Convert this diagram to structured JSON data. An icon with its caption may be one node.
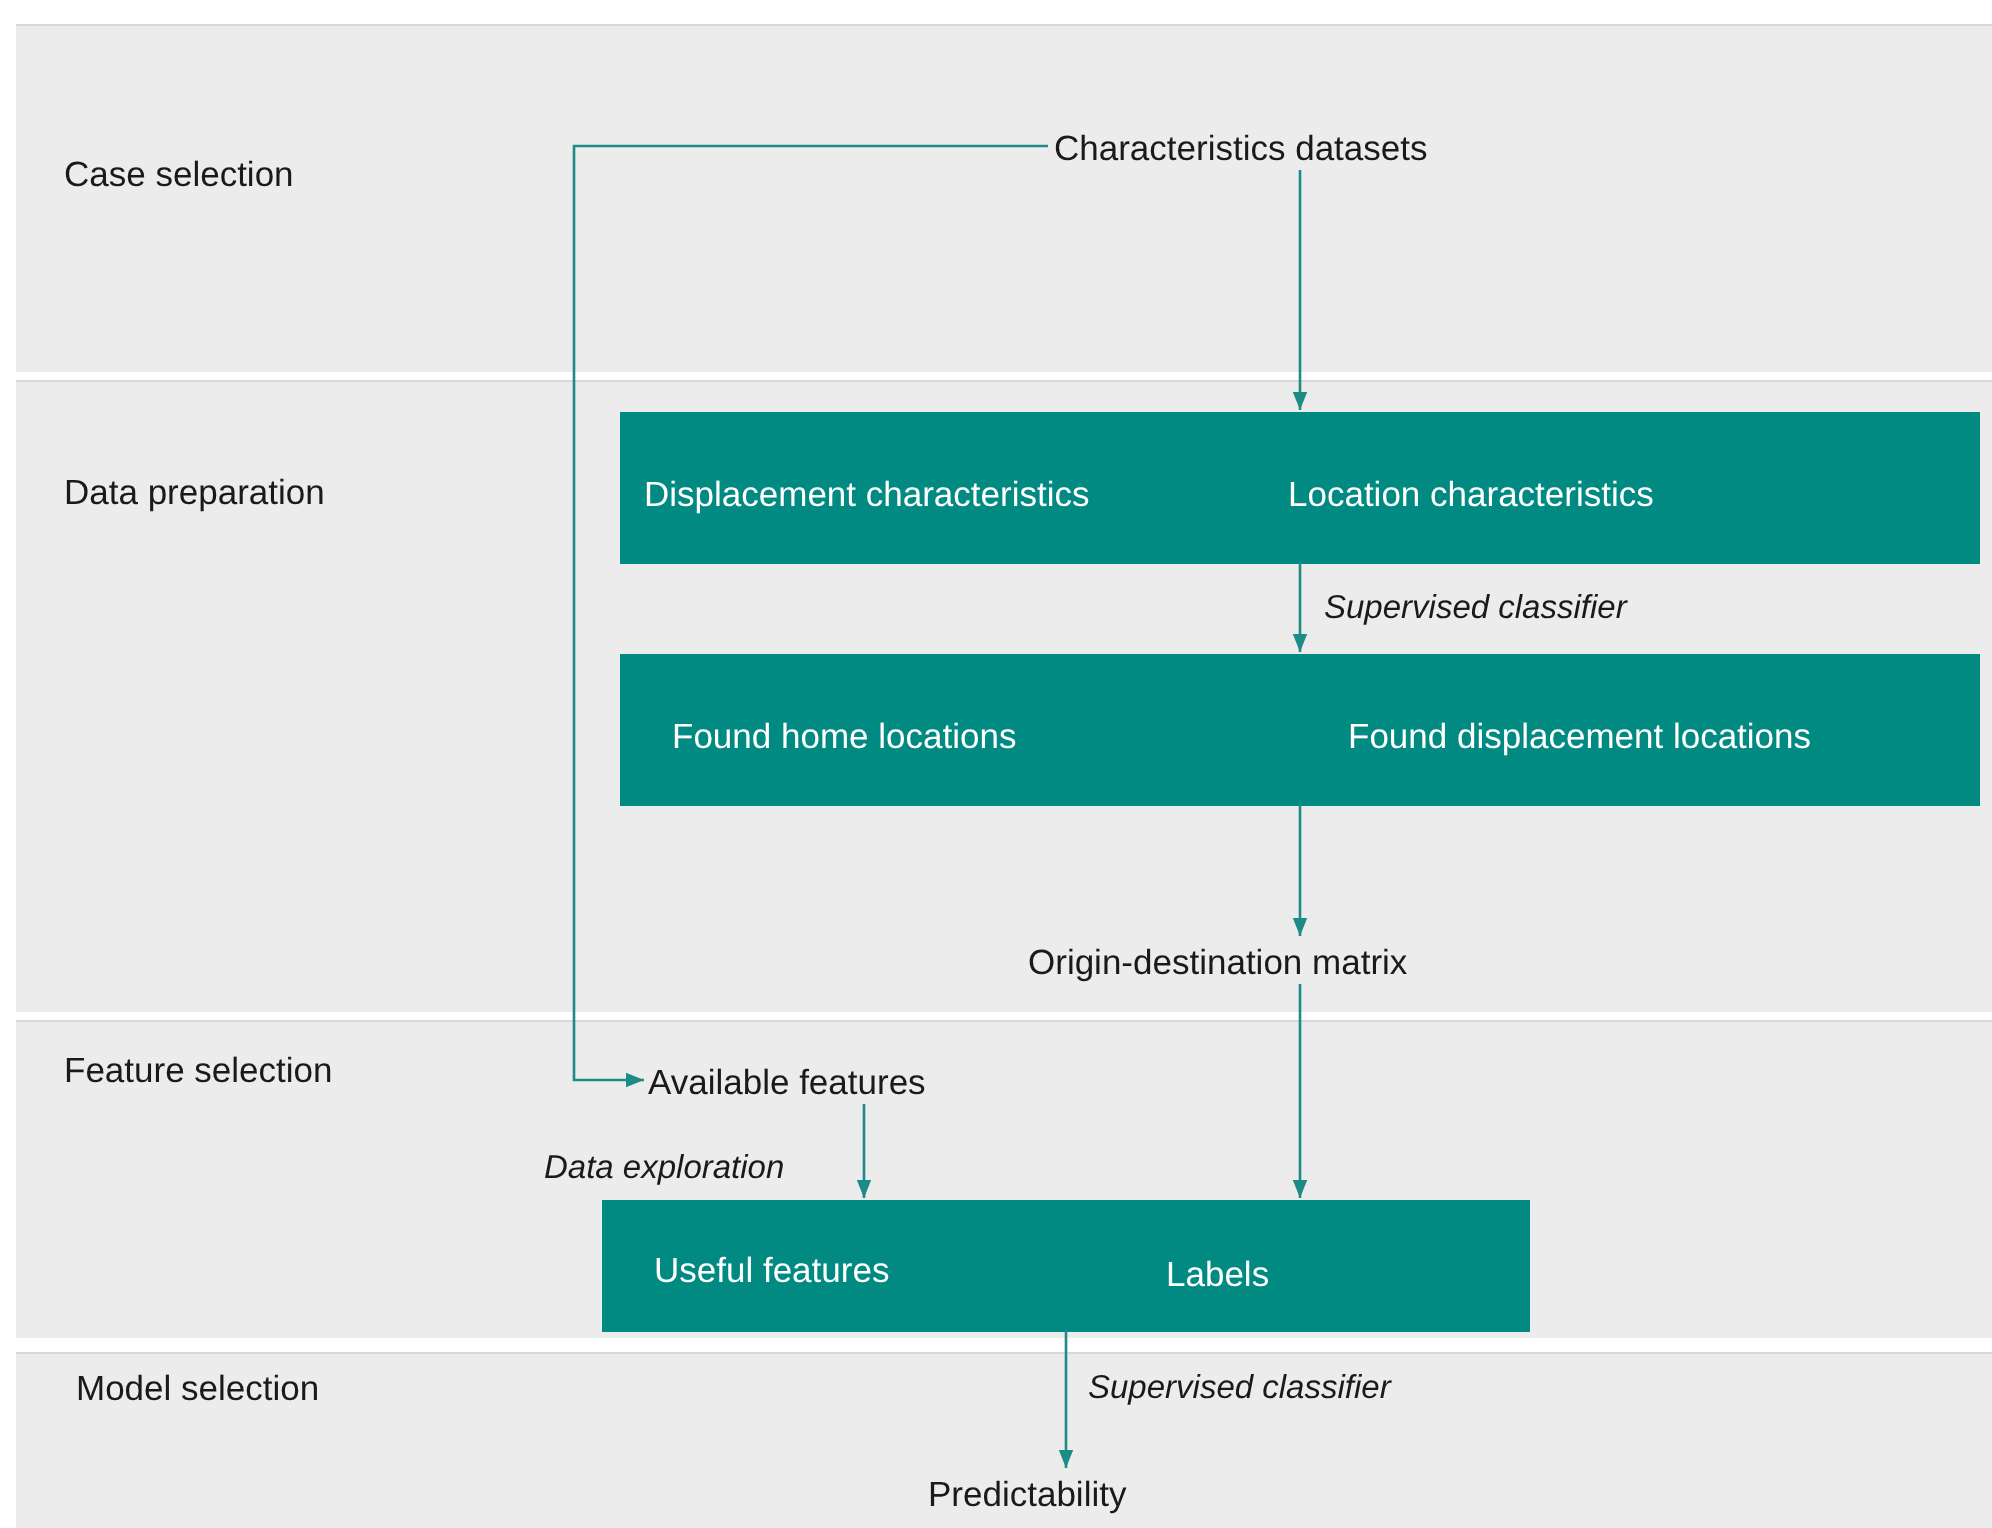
{
  "diagram": {
    "nodes": [
      {
        "text": [
          "Case selection"
        ]
      },
      {
        "text": [
          "Data preparation"
        ]
      },
      {
        "text": [
          "Feature selection"
        ]
      },
      {
        "text": [
          "Model selection"
        ]
      },
      {
        "text": [
          "Characteristics datasets"
        ],
        "in": 0
      },
      {
        "text": [
          "Displacement characteristics",
          "Location characteristics"
        ],
        "in": 1
      },
      {
        "text": [
          "Found home locations",
          "Found displacement locations"
        ],
        "in": 1
      },
      {
        "text": [
          "Origin-destination matrix"
        ],
        "in": 1
      },
      {
        "text": [
          "Available features"
        ],
        "in": 2
      },
      {
        "text": [
          "Useful features",
          "Labels"
        ],
        "in": 2
      },
      {
        "text": [
          "Predictability"
        ],
        "in": 3
      }
    ],
    "edges": [
      {
        "from": 4,
        "to": 5,
        "arrow": "to"
      },
      {
        "from": 4,
        "to": 8,
        "arrow": "to"
      },
      {
        "from": 5,
        "to": 6,
        "arrow": "to",
        "label": "Supervised classifier"
      },
      {
        "from": 6,
        "to": 7,
        "arrow": "to"
      },
      {
        "from": 7,
        "to": 9,
        "arrow": "to"
      },
      {
        "from": 8,
        "to": 9,
        "arrow": "to",
        "label": "Data exploration"
      },
      {
        "from": 9,
        "to": 10,
        "arrow": "to",
        "label": "Supervised classifier"
      }
    ]
  }
}
